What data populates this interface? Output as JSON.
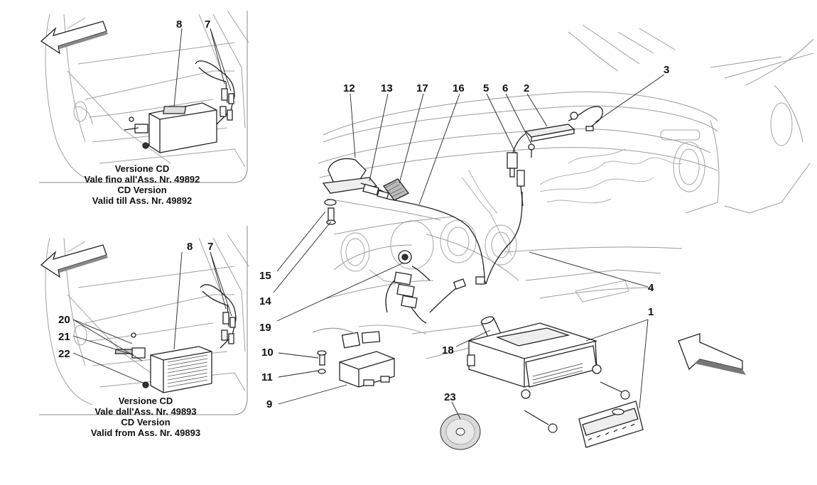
{
  "diagram_labels": {
    "insert_top": {
      "part_8": "8",
      "part_7": "7"
    },
    "insert_bottom": {
      "part_8": "8",
      "part_7": "7",
      "part_20": "20",
      "part_21": "21",
      "part_22": "22"
    },
    "main": {
      "part_12": "12",
      "part_13": "13",
      "part_17": "17",
      "part_16": "16",
      "part_5": "5",
      "part_6": "6",
      "part_2": "2",
      "part_3": "3",
      "part_15": "15",
      "part_14": "14",
      "part_19": "19",
      "part_4": "4",
      "part_1": "1",
      "part_10": "10",
      "part_11": "11",
      "part_9": "9",
      "part_18": "18",
      "part_23": "23"
    }
  },
  "captions": {
    "top": {
      "line1": "Versione CD",
      "line2": "Vale fino all'Ass. Nr. 49892",
      "line3": "CD Version",
      "line4": "Valid till Ass. Nr. 49892"
    },
    "bottom": {
      "line1": "Versione CD",
      "line2": "Vale dall'Ass. Nr. 49893",
      "line3": "CD Version",
      "line4": "Valid from Ass. Nr. 49893"
    }
  },
  "colors": {
    "ink": "#111111",
    "line": "#333333",
    "light": "#a8a8a8",
    "fill": "#ffffff",
    "dark": "#555555"
  }
}
